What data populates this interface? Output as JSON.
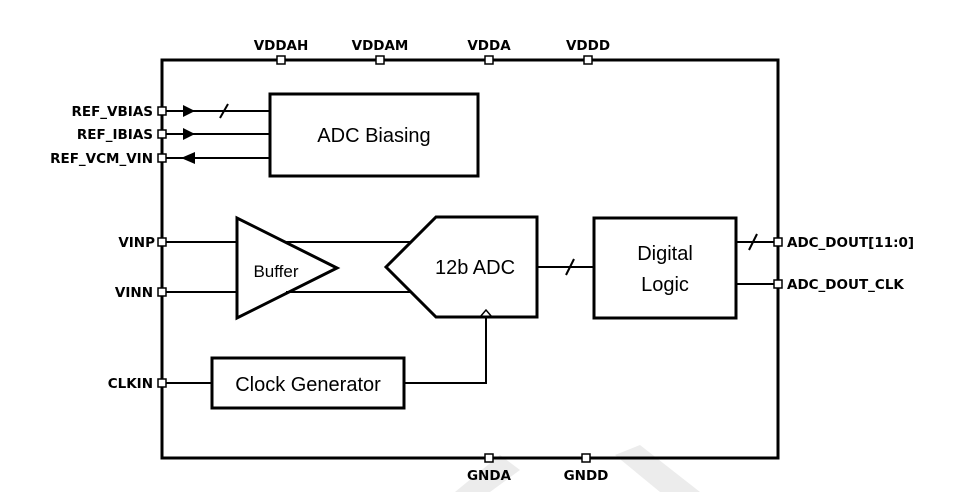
{
  "blocks": {
    "adc_biasing": "ADC Biasing",
    "buffer": "Buffer",
    "adc": "12b ADC",
    "digital_logic_line1": "Digital",
    "digital_logic_line2": "Logic",
    "clock_generator": "Clock Generator"
  },
  "pins": {
    "top": [
      "VDDAH",
      "VDDAM",
      "VDDA",
      "VDDD"
    ],
    "bottom": [
      "GNDA",
      "GNDD"
    ],
    "left": [
      "REF_VBIAS",
      "REF_IBIAS",
      "REF_VCM_VIN",
      "VINP",
      "VINN",
      "CLKIN"
    ],
    "right": [
      "ADC_DOUT[11:0]",
      "ADC_DOUT_CLK"
    ]
  }
}
